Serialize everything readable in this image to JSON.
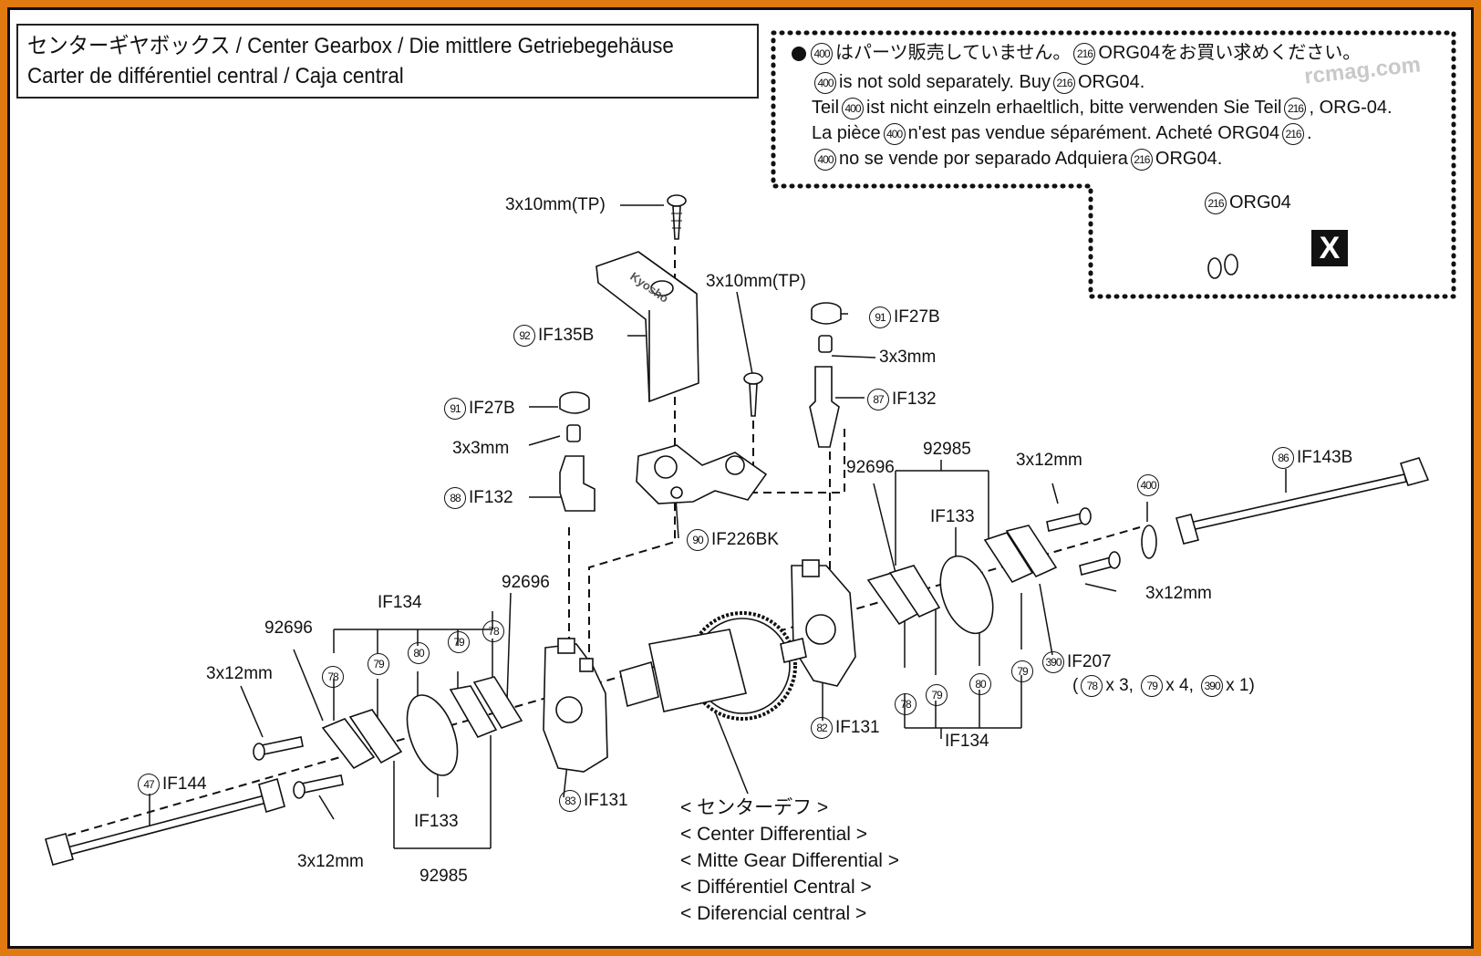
{
  "title": {
    "line1": "センターギヤボックス / Center Gearbox / Die mittlere Getriebegehäuse",
    "line2": "Carter de différentiel central / Caja central"
  },
  "note": {
    "ref_400": "400",
    "ref_216": "216",
    "line1_a": "はパーツ販売していません。",
    "line1_b": "ORG04をお買い求めください。",
    "line2_a": "is not sold separately. Buy",
    "line2_b": "ORG04.",
    "line3_a": "Teil",
    "line3_b": "ist nicht einzeln erhaeltlich, bitte verwenden Sie Teil",
    "line3_c": ", ORG-04.",
    "line4_a": "La pièce",
    "line4_b": "n'est pas vendue séparément. Acheté ORG04",
    "line4_c": ".",
    "line5_a": "no se vende por separado Adquiera",
    "line5_b": "ORG04.",
    "org04_label": "ORG04",
    "x_mark": "X"
  },
  "watermark": "rcmag.com",
  "labels": {
    "screw_top": "3x10mm(TP)",
    "screw_mid": "3x10mm(TP)",
    "p92": "92",
    "if135b": "IF135B",
    "p91a": "91",
    "if27b_a": "IF27B",
    "set_a": "3x3mm",
    "p88": "88",
    "if132_a": "IF132",
    "p90": "90",
    "if226bk": "IF226BK",
    "p91b": "91",
    "if27b_b": "IF27B",
    "set_b": "3x3mm",
    "p87": "87",
    "if132_b": "IF132",
    "n92696_r": "92696",
    "n92985_r": "92985",
    "if133_r": "IF133",
    "screw_r1": "3x12mm",
    "p400": "400",
    "p86": "86",
    "if143b": "IF143B",
    "screw_r2": "3x12mm",
    "p390": "390",
    "if207": "IF207",
    "if207_qty_78": "78",
    "if207_x3": "x 3,",
    "if207_qty_79": "79",
    "if207_x4": "x 4,",
    "if207_qty_390": "390",
    "if207_x1": "x 1)",
    "r78": "78",
    "r79a": "79",
    "r80": "80",
    "r79b": "79",
    "p82": "82",
    "if131_r": "IF131",
    "if134_r": "IF134",
    "if134_l": "IF134",
    "n92696_l1": "92696",
    "n92696_l2": "92696",
    "l78a": "78",
    "l79a": "79",
    "l80": "80",
    "l79b": "79",
    "l78b": "78",
    "screw_l1": "3x12mm",
    "p47": "47",
    "if144": "IF144",
    "screw_l2": "3x12mm",
    "if133_l": "IF133",
    "n92985_l": "92985",
    "p83": "83",
    "if131_l": "IF131"
  },
  "center_diff": [
    "< センターデフ >",
    "< Center Differential  >",
    "< Mitte Gear Differential  >",
    "< Différentiel Central >",
    "< Diferencial central >"
  ]
}
